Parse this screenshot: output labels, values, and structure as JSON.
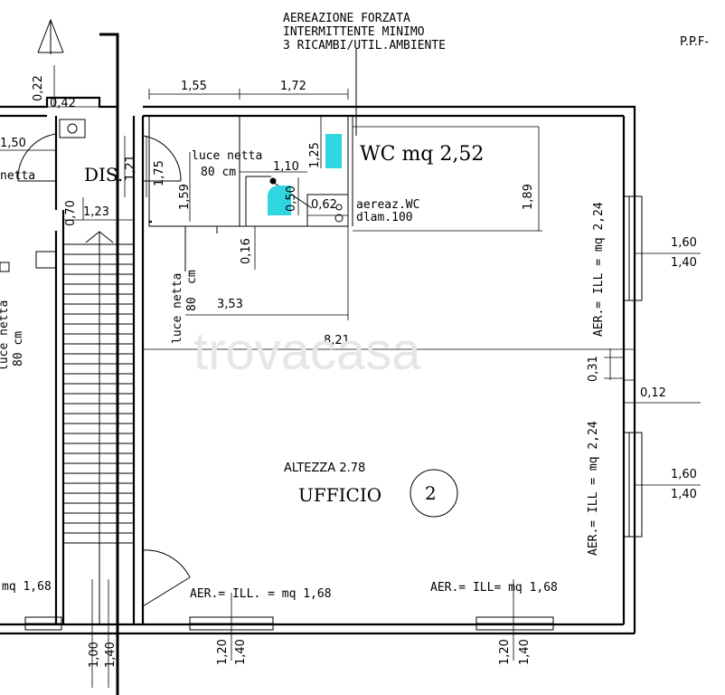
{
  "notes": {
    "forced_ventilation": [
      "AEREAZIONE FORZATA",
      "INTERMITTENTE MINIMO",
      "3 RICAMBI/UTIL.AMBIENTE"
    ],
    "floor_code": "P.P.F-"
  },
  "rooms": {
    "wc_label": "WC mq 2,52",
    "dis_label": "DIS.",
    "office_label": "UFFICIO",
    "office_number": "2",
    "office_height": "ALTEZZA 2.78"
  },
  "dimensions": {
    "d_022": "0,22",
    "d_042": "0,42",
    "d_155": "1,55",
    "d_172": "1,72",
    "d_150": "1,50",
    "d_121": "1,21",
    "d_175": "1,75",
    "d_159": "1,59",
    "d_110": "1,10",
    "d_125": "1,25",
    "d_050": "0,50",
    "d_062": "0,62",
    "d_189": "1,89",
    "d_070": "0,70",
    "d_123": "1,23",
    "d_016": "0,16",
    "d_353": "3,53",
    "d_821": "8,21",
    "d_224a": "2,24",
    "d_160a": "1,60",
    "d_140a": "1,40",
    "d_031": "0,31",
    "d_012": "0,12",
    "d_224b": "2,24",
    "d_160b": "1,60",
    "d_140b": "1,40",
    "bot_100": "1,00",
    "bot_140a": "1,40",
    "bot_120a": "1,20",
    "bot_140b": "1,40",
    "bot_120b": "1,20",
    "bot_140c": "1,40"
  },
  "annotations": {
    "luce_netta": "luce netta",
    "cm80": "80  cm",
    "luce_netta_v": "luce netta",
    "cm80_v": "80",
    "cm_v": "cm",
    "left_luce": "luce netta",
    "left_80": "80 cm",
    "aereaz_wc": "aereaz.WC",
    "dlam": "dlam.100",
    "netta_frag": "netta",
    "aer_ill_right_top": "AER.= ILL = mq 2,24",
    "aer_ill_right_bot": "AER.= ILL = mq 2,24",
    "aer_ill_left": "mq 1,68",
    "aer_ill_bottom_mid": "AER.= ILL. = mq 1,68",
    "aer_ill_bottom_right": "AER.= ILL= mq 1,68"
  },
  "watermark": "trovacasa"
}
